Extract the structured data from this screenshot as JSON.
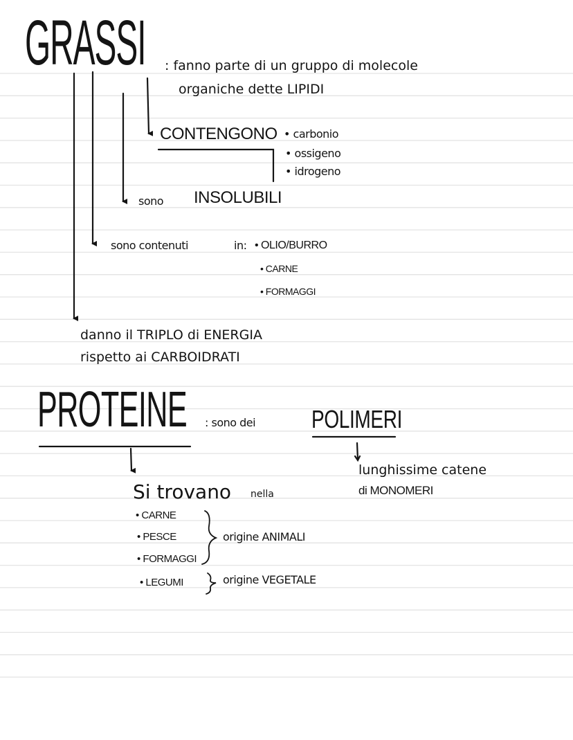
{
  "grassi": {
    "title": "GRASSI",
    "definition_line1": ": fanno parte di un gruppo di molecole",
    "definition_line2": "organiche dette LIPIDI",
    "contains_label": "CONTENGONO",
    "elements": [
      "• carbonio",
      "• ossigeno",
      "• idrogeno"
    ],
    "insoluble_prefix": "sono",
    "insoluble_word": "INSOLUBILI",
    "found_in_label": "sono contenuti",
    "found_in_colon": "in:",
    "foods": [
      "• OLIO/BURRO",
      "• CARNE",
      "• FORMAGGI"
    ],
    "energy_line1": "danno il TRIPLO di ENERGIA",
    "energy_line2": "rispetto ai CARBOIDRATI"
  },
  "proteine": {
    "title": "PROTEINE",
    "definition_prefix": ": sono dei",
    "definition_word": "POLIMERI",
    "polymer_line1": "lunghissime catene",
    "polymer_line2": "di MONOMERI",
    "found_in_big": "Si trovano",
    "found_in_small": "nella",
    "sources": [
      "• CARNE",
      "• PESCE",
      "• FORMAGGI",
      "• LEGUMI"
    ],
    "animal_origin": "origine ANIMALI",
    "plant_origin": "origine VEGETALE"
  },
  "colors": {
    "ink": "#141414",
    "rule_line": "#e3e3e3",
    "paper": "#ffffff"
  }
}
